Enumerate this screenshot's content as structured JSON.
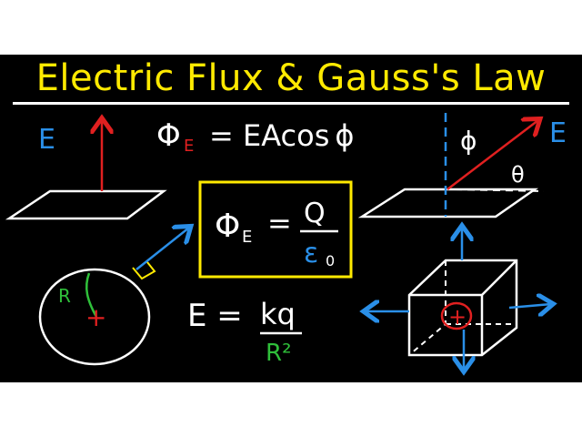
{
  "title": "Electric Flux & Gauss's Law",
  "labels": {
    "e_left": "E",
    "flux_symbol": "Φ",
    "flux_sub": "E",
    "flux_rest": "= EAcos",
    "flux_phi": "ϕ",
    "phi_right": "ϕ",
    "e_right": "E",
    "theta": "θ",
    "gauss_lhs": "Φ",
    "gauss_sub": "E",
    "gauss_eq": "=",
    "gauss_num": "Q",
    "gauss_den": "ε",
    "gauss_den_sub": "0",
    "r_label": "R",
    "plus_circle": "+",
    "field_lhs": "E = ",
    "field_num": "kq",
    "field_den": "R²",
    "plus_cube": "+"
  },
  "colors": {
    "yellow": "#ffea00",
    "blue": "#2a8fe8",
    "red": "#e02020",
    "green": "#2fbf3a",
    "white": "#ffffff"
  }
}
